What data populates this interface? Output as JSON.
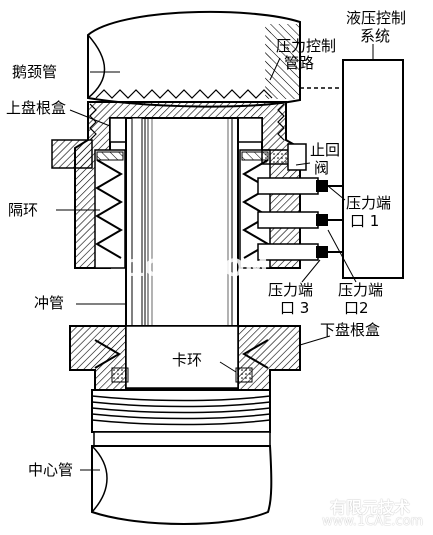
{
  "labels": {
    "gooseneck": "鹅颈管",
    "pressure_control_line_1": "压力控制",
    "pressure_control_line_2": "管路",
    "hydraulic_system_1": "液压控制",
    "hydraulic_system_2": "系统",
    "upper_packing_box": "上盘根盒",
    "check_valve_1": "止回",
    "check_valve_2": "阀",
    "spacer_ring": "隔环",
    "pressure_port_1_a": "压力端",
    "pressure_port_1_b": "口 1",
    "pressure_port_3_a": "压力端",
    "pressure_port_3_b": "口 3",
    "pressure_port_2_a": "压力端",
    "pressure_port_2_b": "口2",
    "washpipe": "冲管",
    "lower_packing_box": "下盘根盒",
    "snap_ring": "卡环",
    "center_pipe": "中心管"
  },
  "watermarks": {
    "center": "1CAE.COM",
    "footer_1": "有限元技术",
    "footer_2": "www.1CAE.com"
  },
  "colors": {
    "line": "#000000",
    "background": "#ffffff",
    "watermark": "#ffffff"
  }
}
